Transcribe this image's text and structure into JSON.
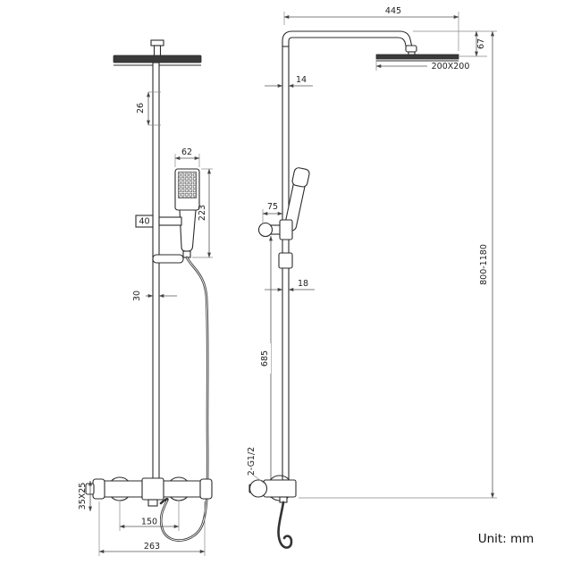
{
  "page": {
    "unit_label": "Unit: mm",
    "ink_color": "#2b2b2b"
  },
  "front_view": {
    "dims": {
      "head_stem": "26",
      "handshower_width": "62",
      "handshower_length": "223",
      "slider_knob": "40",
      "pole_width": "30",
      "valve_end": "35X25",
      "inlet_centers": "150",
      "valve_length": "263"
    }
  },
  "side_view": {
    "dims": {
      "arm_reach": "445",
      "head_drop": "67",
      "head_size": "200X200",
      "pipe_top": "14",
      "holder_reach": "75",
      "pipe_mid": "18",
      "outlet_height": "685",
      "overall_height": "800-1180",
      "connection": "2-G1/2"
    }
  }
}
